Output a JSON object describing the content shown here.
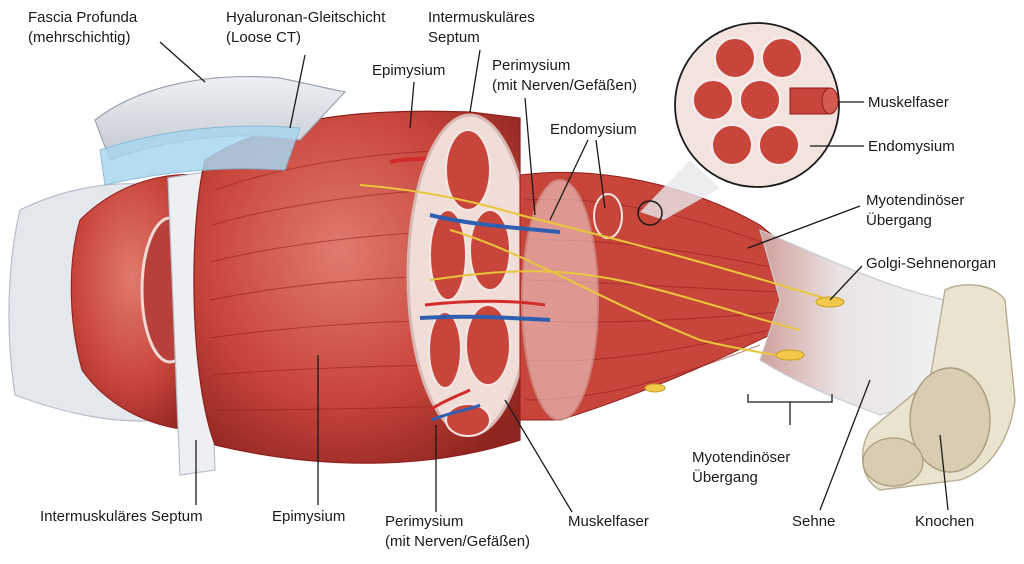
{
  "labels": {
    "fascia_profunda": [
      "Fascia Profunda",
      "(mehrschichtig)"
    ],
    "hyaluronan": [
      "Hyaluronan-Gleitschicht",
      "(Loose CT)"
    ],
    "septum_top": [
      "Intermuskuläres",
      "Septum"
    ],
    "epimysium_top": "Epimysium",
    "perimysium_top": [
      "Perimysium",
      "(mit Nerven/Gefäßen)"
    ],
    "endomysium_mid": "Endomysium",
    "muskelfaser_inset": "Muskelfaser",
    "endomysium_inset": "Endomysium",
    "myotendinous_top": [
      "Myotendinöser",
      "Übergang"
    ],
    "golgi": "Golgi-Sehnenorgan",
    "myotendinous_bottom": [
      "Myotendinöser",
      "Übergang"
    ],
    "septum_bottom": "Intermuskuläres Septum",
    "epimysium_bottom": "Epimysium",
    "perimysium_bottom": [
      "Perimysium",
      "(mit Nerven/Gefäßen)"
    ],
    "muskelfaser_bottom": "Muskelfaser",
    "sehne": "Sehne",
    "knochen": "Knochen"
  },
  "colors": {
    "muscle": "#c8453c",
    "muscle_dark": "#9e2b25",
    "muscle_light": "#e0786b",
    "fascia": "#d9dde3",
    "hyaluronan": "#a9d6ee",
    "nerve": "#e8c63a",
    "artery": "#d22b2b",
    "vein": "#2f5fb3",
    "tendon": "#eef0f2",
    "bone": "#eae3cf",
    "bone_inner": "#d8cdb2"
  }
}
